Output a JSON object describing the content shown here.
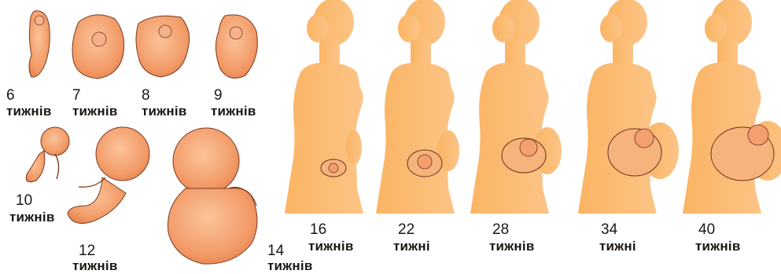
{
  "colors": {
    "embryo": "#f2a06a",
    "embryo_shade": "#e07d4a",
    "silhouette": "#fbb96e",
    "silhouette_light": "#fcc98a",
    "outline": "#7a3a22",
    "text": "#1c1712"
  },
  "embryo_stages": [
    {
      "number": "6",
      "unit": "тижнів"
    },
    {
      "number": "7",
      "unit": "тижнів"
    },
    {
      "number": "8",
      "unit": "тижнів"
    },
    {
      "number": "9",
      "unit": "тижнів"
    },
    {
      "number": "10",
      "unit": "тижнів"
    },
    {
      "number": "12",
      "unit": "тижнів"
    },
    {
      "number": "14",
      "unit": "тижнів"
    }
  ],
  "pregnancy_stages": [
    {
      "number": "16",
      "unit": "тижнів"
    },
    {
      "number": "22",
      "unit": "тижні"
    },
    {
      "number": "28",
      "unit": "тижнів"
    },
    {
      "number": "34",
      "unit": "тижні"
    },
    {
      "number": "40",
      "unit": "тижнів"
    }
  ]
}
